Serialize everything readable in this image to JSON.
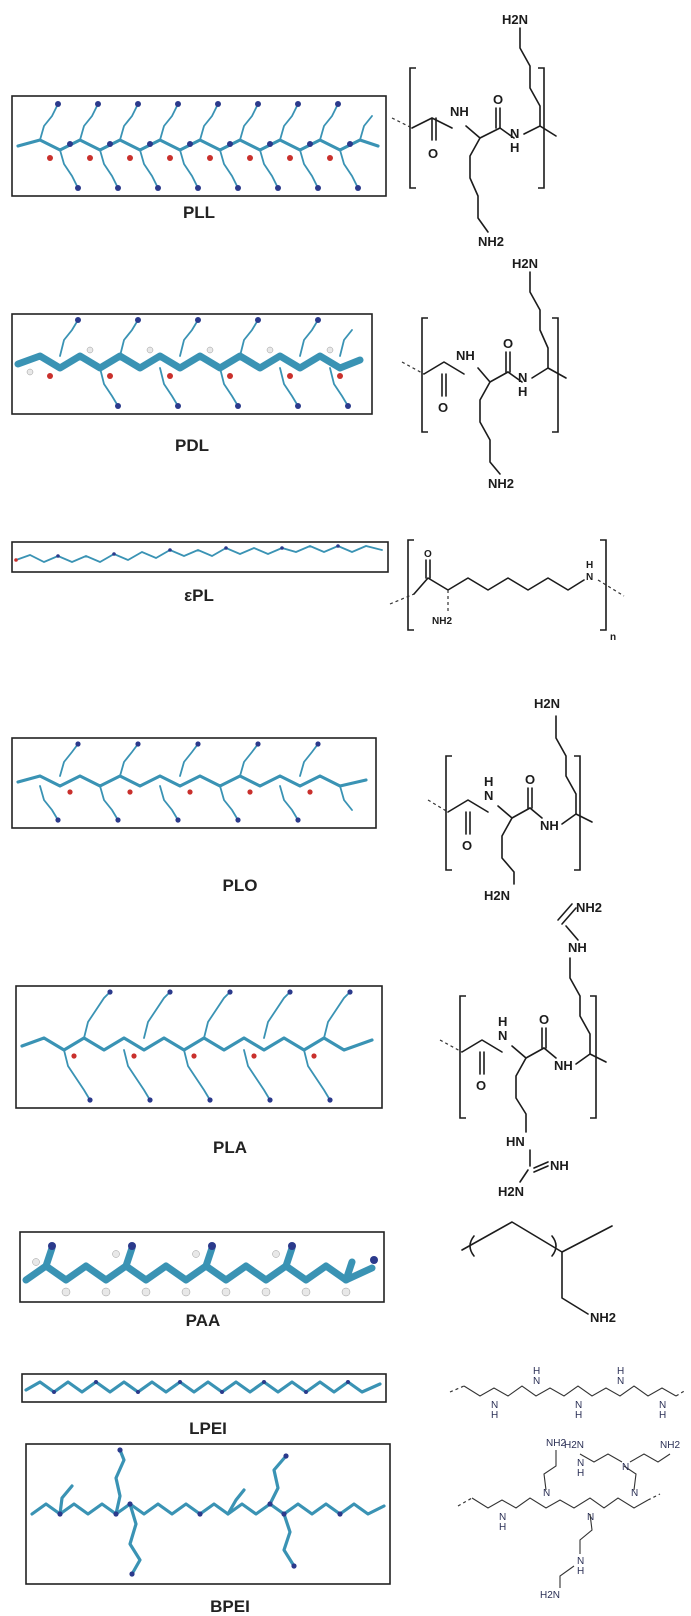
{
  "polymers": [
    {
      "id": "pll",
      "label": "PLL",
      "atoms": {
        "n_top": "H2N",
        "nh1": "NH",
        "nh2": "H",
        "nh2b": "N",
        "o1": "O",
        "o2": "O",
        "nh_bot": "NH2"
      }
    },
    {
      "id": "pdl",
      "label": "PDL",
      "atoms": {
        "n_top": "H2N",
        "nh1": "NH",
        "nh2": "H",
        "nh2b": "N",
        "o1": "O",
        "o2": "O",
        "nh_bot": "NH2"
      }
    },
    {
      "id": "epl",
      "label": "εPL",
      "atoms": {
        "o1": "O",
        "nh": "H",
        "nh_n": "N",
        "nh_bot": "NH2",
        "sub": "n"
      }
    },
    {
      "id": "plo",
      "label": "PLO",
      "atoms": {
        "n_top": "H2N",
        "nh1": "H",
        "nh1b": "N",
        "nh2": "NH",
        "o1": "O",
        "o2": "O",
        "nh_bot": "H2N"
      }
    },
    {
      "id": "pla",
      "label": "PLA",
      "atoms": {
        "n_top": "NH2",
        "nh_top": "NH",
        "nh1": "H",
        "nh1b": "N",
        "nh2": "NH",
        "o1": "O",
        "o2": "O",
        "hn": "HN",
        "nh3": "NH",
        "nh_bot": "H2N"
      }
    },
    {
      "id": "paa",
      "label": "PAA",
      "atoms": {
        "nh2": "NH2"
      }
    },
    {
      "id": "lpei",
      "label": "LPEI",
      "atoms": {
        "n": "N",
        "h": "H"
      }
    },
    {
      "id": "bpei",
      "label": "BPEI",
      "atoms": {
        "n": "N",
        "h": "H",
        "h2n": "H2N",
        "nh2": "NH2"
      }
    }
  ]
}
